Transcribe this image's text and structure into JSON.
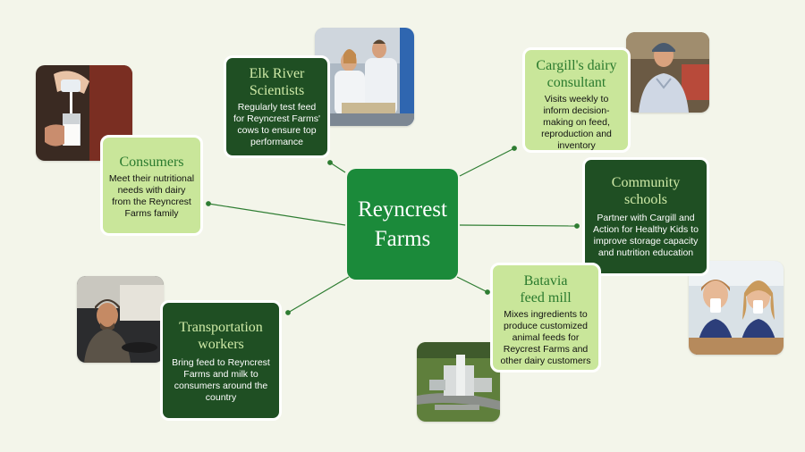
{
  "center": {
    "title": "Reyncrest Farms"
  },
  "nodes": {
    "elk_river": {
      "title": "Elk River Scientists",
      "description": "Regularly test feed for Reyncrest Farms' cows to ensure top performance",
      "photo": "scientists-in-lab-coats-photo"
    },
    "cargill_consultant": {
      "title": "Cargill's dairy consultant",
      "description": "Visits weekly to inform decision-making on feed, reproduction and inventory",
      "photo": "consultant-in-barn-photo"
    },
    "consumers": {
      "title": "Consumers",
      "description": "Meet their nutritional needs with dairy from the Reyncrest Farms family",
      "photo": "pouring-milk-photo"
    },
    "community_schools": {
      "title": "Community schools",
      "description": "Partner with Cargill and Action for Healthy Kids to improve storage capacity and nutrition education",
      "photo": "children-drinking-milk-photo"
    },
    "batavia_mill": {
      "title": "Batavia feed mill",
      "description": "Mixes ingredients to produce customized animal feeds for Reycrest Farms and other dairy customers",
      "photo": "feed-mill-aerial-photo"
    },
    "transportation": {
      "title": "Transportation workers",
      "description": "Bring feed to Reyncrest Farms and milk to consumers around the country",
      "photo": "truck-driver-photo"
    }
  },
  "colors": {
    "background": "#f3f5ea",
    "center": "#1b8a3a",
    "dark_card": "#1f4f23",
    "light_card": "#c9e69a",
    "connector": "#2e7d32"
  }
}
